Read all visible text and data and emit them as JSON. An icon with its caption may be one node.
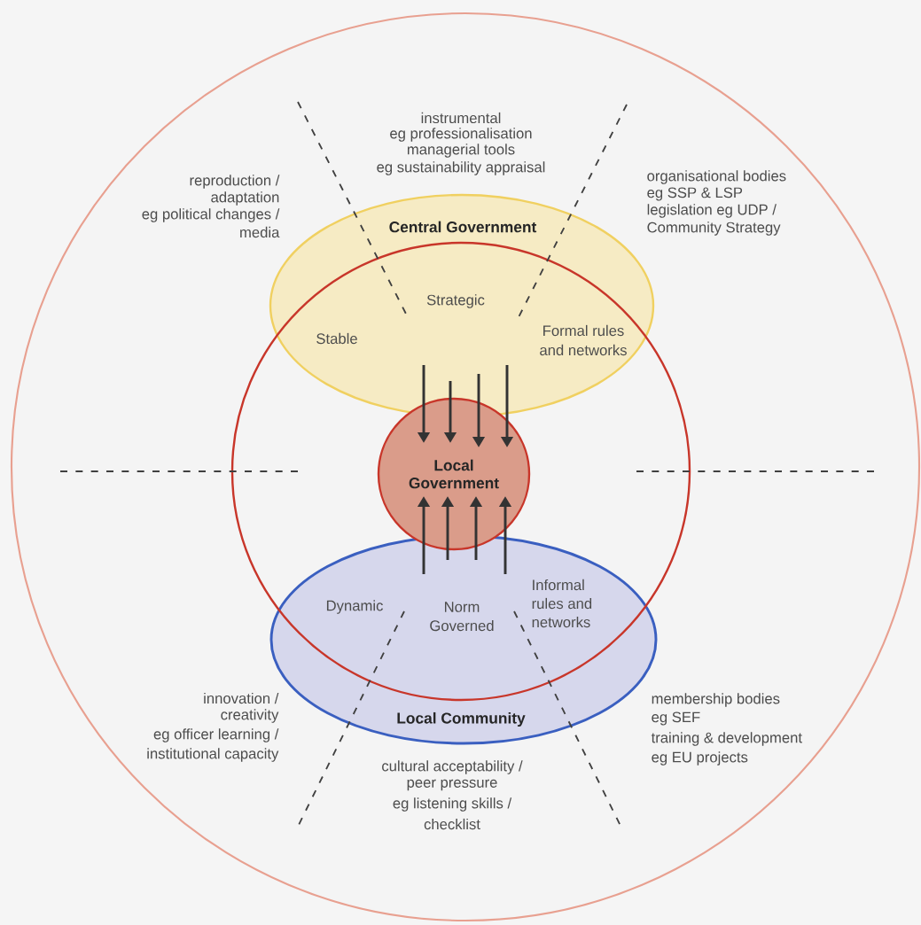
{
  "diagram": {
    "nodes": [
      {
        "text": [],
        "shape": "circle"
      },
      {
        "text": [
          "Central Government"
        ],
        "in": 0
      },
      {
        "text": [],
        "shape": "circle",
        "in": 0
      },
      {
        "text": [
          "Local Government"
        ],
        "in": 2
      },
      {
        "text": [
          "Local Community"
        ],
        "in": 0
      }
    ],
    "edges": [
      {
        "from": 1,
        "to": 3,
        "arrow": "to"
      },
      {
        "from": 1,
        "to": 3,
        "arrow": "to"
      },
      {
        "from": 1,
        "to": 3,
        "arrow": "to"
      },
      {
        "from": 1,
        "to": 3,
        "arrow": "to"
      },
      {
        "from": 4,
        "to": 3,
        "arrow": "to"
      },
      {
        "from": 4,
        "to": 3,
        "arrow": "to"
      },
      {
        "from": 4,
        "to": 3,
        "arrow": "to"
      },
      {
        "from": 4,
        "to": 3,
        "arrow": "to"
      }
    ],
    "labels": [
      "instrumental",
      "eg professionalisation",
      "managerial tools",
      "eg sustainability appraisal",
      "reproduction /",
      "adaptation",
      "eg political changes /",
      "media",
      "organisational bodies",
      "eg SSP & LSP",
      "legislation eg UDP /",
      "Community Strategy",
      "Strategic",
      "Stable",
      "Formal rules",
      "and networks",
      "Dynamic",
      "Norm",
      "Governed",
      "Informal",
      "rules and",
      "networks",
      "innovation /",
      "creativity",
      "eg officer learning /",
      "institutional capacity",
      "membership bodies",
      "eg SEF",
      "training & development",
      "eg EU projects",
      "cultural acceptability /",
      "peer pressure",
      "eg listening skills /",
      "checklist"
    ]
  }
}
